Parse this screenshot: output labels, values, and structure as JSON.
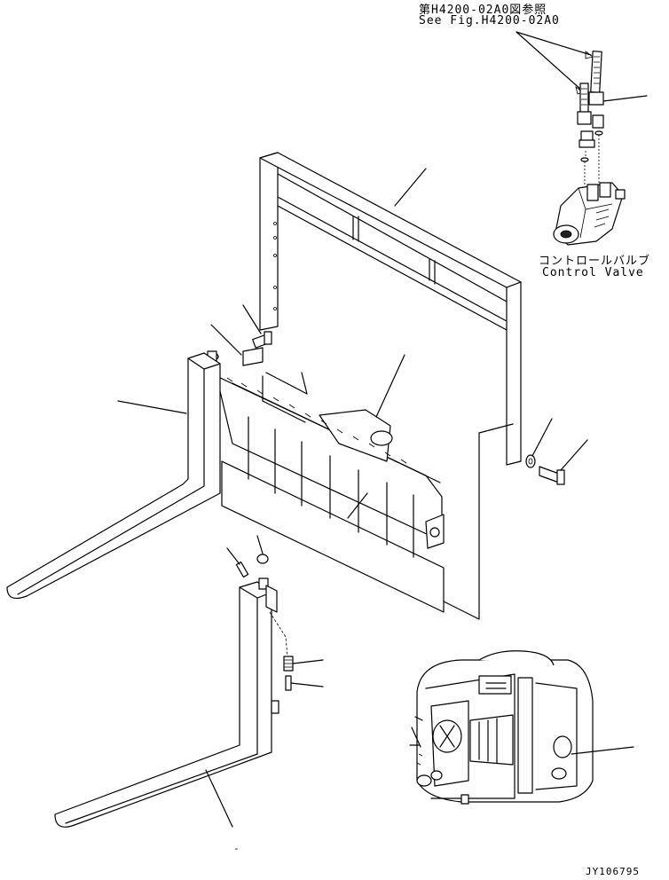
{
  "reference_note": {
    "jp": "第H4200-02A0図参照",
    "en": "See Fig.H4200-02A0"
  },
  "control_valve_label": {
    "jp": "コントロールバルブ",
    "en": "Control Valve"
  },
  "drawing_id": "JY106795",
  "bottom_mark": "-"
}
